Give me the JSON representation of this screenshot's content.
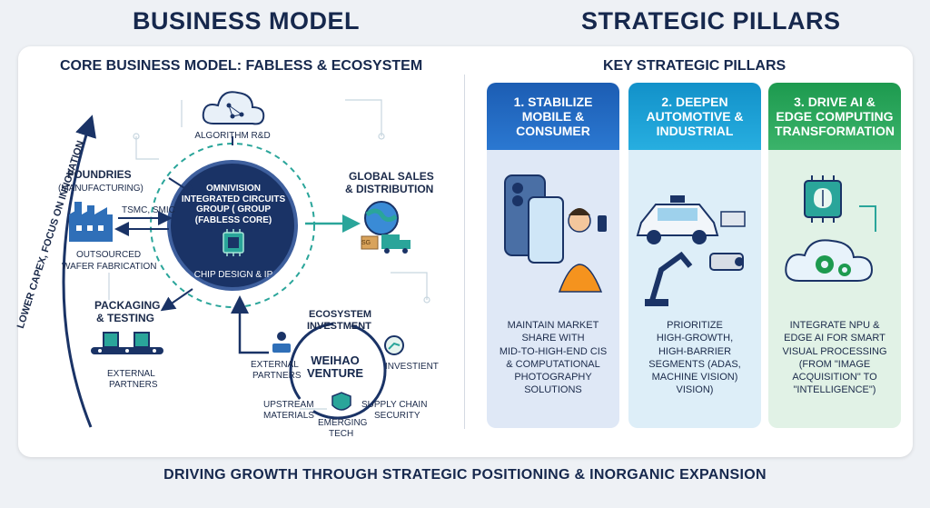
{
  "headers": {
    "left": "BUSINESS MODEL",
    "right": "STRATEGIC PILLARS"
  },
  "business_model": {
    "title": "CORE BUSINESS MODEL: FABLESS & ECOSYSTEM",
    "side_text": "LOWER CAPEX, FOCUS ON INNOVATION",
    "algorithm": "ALGORITHM R&D",
    "foundries_title": "FOUNDRIES",
    "foundries_sub": "(MANUFACTURING)",
    "foundries_names": "TSMC, SMIC",
    "foundries_desc1": "OUTSOURCED",
    "foundries_desc2": "WAFER FABRICATION",
    "sales1": "GLOBAL SALES",
    "sales2": "& DISTRIBUTION",
    "core_line1": "OMNIVISION",
    "core_line2": "INTEGRATED CIRCUITS",
    "core_line3": "GROUP ( GROUP",
    "core_line4": "(FABLESS CORE)",
    "core_desc": "CHIP DESIGN & IP",
    "packaging1": "PACKAGING",
    "packaging2": "& TESTING",
    "external1": "EXTERNAL",
    "external2": "PARTNERS",
    "eco1": "ECOSYSTEM",
    "eco2": "INVESTMENT",
    "weihao1": "WEIHAO",
    "weihao2": "VENTURE",
    "eco_ext1": "EXTERNAL",
    "eco_ext2": "PARTNERS",
    "investient": "INVESTIENT",
    "upstream1": "UPSTREAM",
    "upstream2": "MATERIALS",
    "supply1": "SUPPLY CHAIN",
    "supply2": "SECURITY",
    "emerging1": "EMERGING",
    "emerging2": "TECH",
    "chip_label": "SG"
  },
  "pillars_title": "KEY STRATEGIC PILLARS",
  "pillars": [
    {
      "h1": "1. STABILIZE",
      "h2": "MOBILE &",
      "h3": "CONSUMER",
      "d": [
        "MAINTAIN MARKET",
        "SHARE WITH",
        "MID-TO-HIGH-END CIS",
        "& COMPUTATIONAL",
        "PHOTOGRAPHY",
        "SOLUTIONS"
      ]
    },
    {
      "h1": "2. DEEPEN",
      "h2": "AUTOMOTIVE &",
      "h3": "INDUSTRIAL",
      "d": [
        "PRIORITIZE",
        "HIGH-GROWTH,",
        "HIGH-BARRIER",
        "SEGMENTS (ADAS,",
        "MACHINE VISION)",
        "VISION)"
      ]
    },
    {
      "h1": "3. DRIVE AI &",
      "h2": "EDGE COMPUTING",
      "h3": "TRANSFORMATION",
      "d": [
        "INTEGRATE NPU &",
        "EDGE AI FOR SMART",
        "VISUAL PROCESSING",
        "(FROM \"IMAGE",
        "ACQUISITION\" TO",
        "\"INTELLIGENCE\")"
      ]
    }
  ],
  "footer": "DRIVING GROWTH THROUGH STRATEGIC POSITIONING & INORGANIC EXPANSION",
  "colors": {
    "navy": "#16284d",
    "core": "#1a3366",
    "teal": "#2aa59a",
    "blue": "#1c5db3",
    "cyan": "#1291c9",
    "green": "#1d9a4f"
  }
}
